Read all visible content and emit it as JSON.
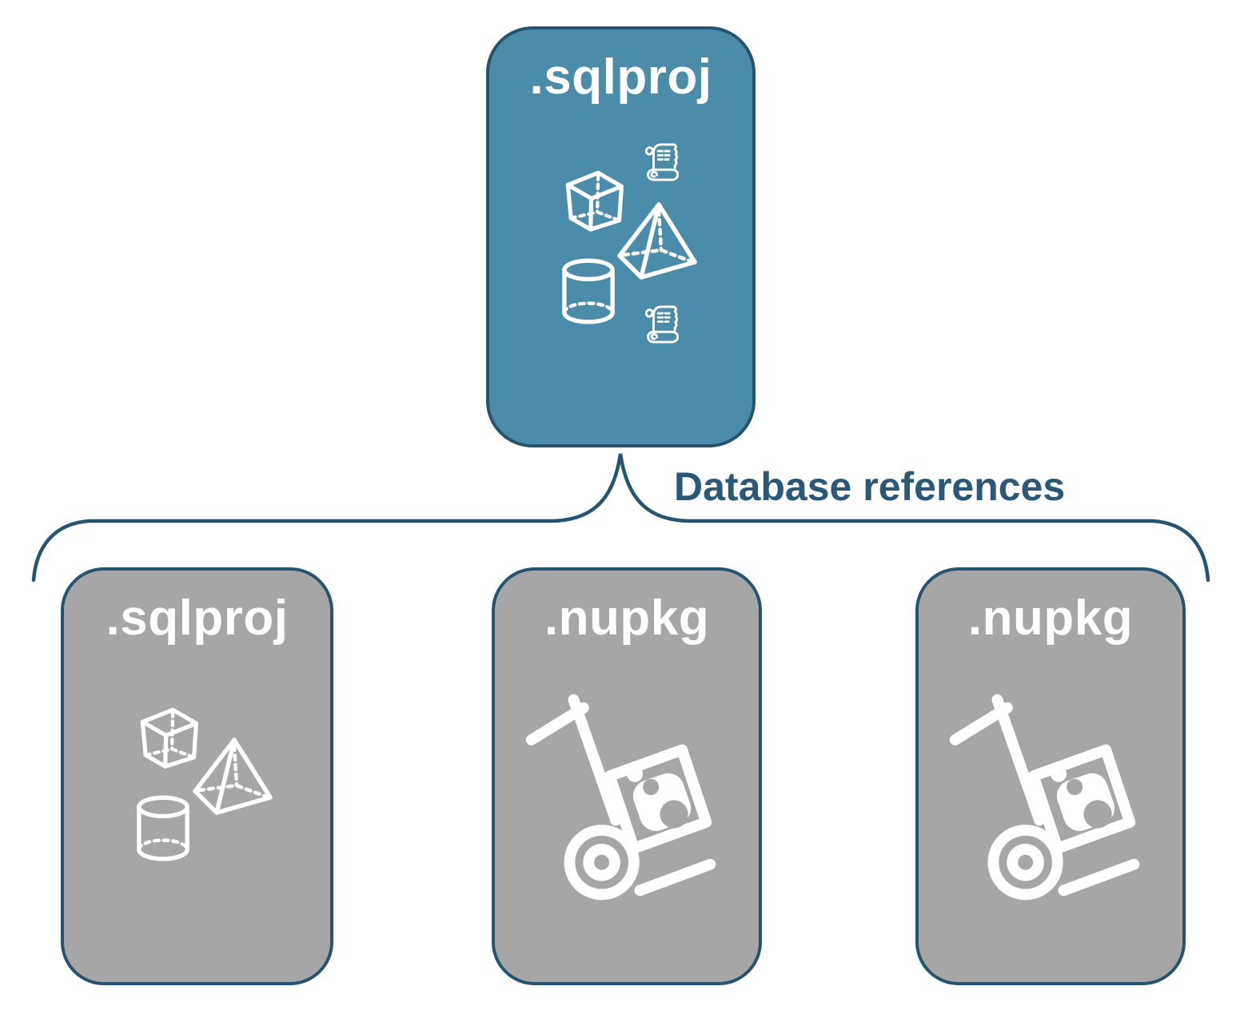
{
  "colors": {
    "node_fill_blue": "#4A8CA9",
    "node_fill_gray": "#A6A6A6",
    "outline": "#27536F",
    "label_color": "#2B5877",
    "icon_white": "#FFFFFF",
    "background": "#FFFFFF"
  },
  "root_node": {
    "label": ".sqlproj",
    "icons": [
      "cube-icon",
      "script-scroll-icon",
      "pyramid-icon",
      "database-cylinder-icon",
      "script-scroll-icon"
    ]
  },
  "connector": {
    "label": "Database references"
  },
  "child_nodes": [
    {
      "label": ".sqlproj",
      "icons": [
        "cube-icon",
        "pyramid-icon",
        "database-cylinder-icon"
      ]
    },
    {
      "label": ".nupkg",
      "icons": [
        "nuget-package-dolly-icon"
      ]
    },
    {
      "label": ".nupkg",
      "icons": [
        "nuget-package-dolly-icon"
      ]
    }
  ]
}
